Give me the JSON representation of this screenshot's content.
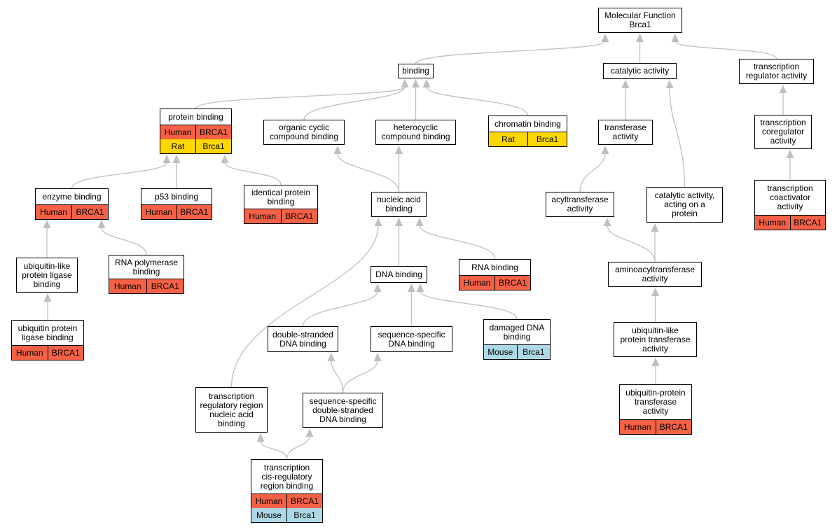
{
  "colors": {
    "edge": "#bfbfbf",
    "node_border": "#000000",
    "node_fill": "#ffffff",
    "Human": "#f46146",
    "Rat": "#ffd700",
    "Mouse": "#add8e6"
  },
  "nodes": [
    {
      "id": "molecular-function",
      "label": "Molecular Function\nBrca1",
      "genes": []
    },
    {
      "id": "binding",
      "label": "binding",
      "genes": []
    },
    {
      "id": "catalytic-activity",
      "label": "catalytic activity",
      "genes": []
    },
    {
      "id": "transcription-regulator-activity",
      "label": "transcription\nregulator activity",
      "genes": []
    },
    {
      "id": "protein-binding",
      "label": "protein binding",
      "genes": [
        {
          "organism": "Human",
          "gene": "BRCA1"
        },
        {
          "organism": "Rat",
          "gene": "Brca1"
        }
      ]
    },
    {
      "id": "organic-cyclic-compound-binding",
      "label": "organic cyclic\ncompound binding",
      "genes": []
    },
    {
      "id": "heterocyclic-compound-binding",
      "label": "heterocyclic\ncompound binding",
      "genes": []
    },
    {
      "id": "chromatin-binding",
      "label": "chromatin binding",
      "genes": [
        {
          "organism": "Rat",
          "gene": "Brca1"
        }
      ]
    },
    {
      "id": "transferase-activity",
      "label": "transferase\nactivity",
      "genes": []
    },
    {
      "id": "transcription-coregulator-activity",
      "label": "transcription\ncoregulator\nactivity",
      "genes": []
    },
    {
      "id": "enzyme-binding",
      "label": "enzyme binding",
      "genes": [
        {
          "organism": "Human",
          "gene": "BRCA1"
        }
      ]
    },
    {
      "id": "p53-binding",
      "label": "p53 binding",
      "genes": [
        {
          "organism": "Human",
          "gene": "BRCA1"
        }
      ]
    },
    {
      "id": "identical-protein-binding",
      "label": "identical protein\nbinding",
      "genes": [
        {
          "organism": "Human",
          "gene": "BRCA1"
        }
      ]
    },
    {
      "id": "nucleic-acid-binding",
      "label": "nucleic acid\nbinding",
      "genes": []
    },
    {
      "id": "acyltransferase-activity",
      "label": "acyltransferase\nactivity",
      "genes": []
    },
    {
      "id": "catalytic-activity-acting-on-a-protein",
      "label": "catalytic activity,\nacting on a\nprotein",
      "genes": []
    },
    {
      "id": "transcription-coactivator-activity",
      "label": "transcription\ncoactivator\nactivity",
      "genes": [
        {
          "organism": "Human",
          "gene": "BRCA1"
        }
      ]
    },
    {
      "id": "ubiquitin-like-protein-ligase-binding",
      "label": "ubiquitin-like\nprotein ligase\nbinding",
      "genes": []
    },
    {
      "id": "rna-polymerase-binding",
      "label": "RNA polymerase\nbinding",
      "genes": [
        {
          "organism": "Human",
          "gene": "BRCA1"
        }
      ]
    },
    {
      "id": "dna-binding",
      "label": "DNA binding",
      "genes": []
    },
    {
      "id": "rna-binding",
      "label": "RNA binding",
      "genes": [
        {
          "organism": "Human",
          "gene": "BRCA1"
        }
      ]
    },
    {
      "id": "aminoacyltransferase-activity",
      "label": "aminoacyltransferase\nactivity",
      "genes": []
    },
    {
      "id": "ubiquitin-protein-ligase-binding",
      "label": "ubiquitin protein\nligase binding",
      "genes": [
        {
          "organism": "Human",
          "gene": "BRCA1"
        }
      ]
    },
    {
      "id": "double-stranded-dna-binding",
      "label": "double-stranded\nDNA binding",
      "genes": []
    },
    {
      "id": "sequence-specific-dna-binding",
      "label": "sequence-specific\nDNA binding",
      "genes": []
    },
    {
      "id": "damaged-dna-binding",
      "label": "damaged DNA\nbinding",
      "genes": [
        {
          "organism": "Mouse",
          "gene": "Brca1"
        }
      ]
    },
    {
      "id": "ubiquitin-like-protein-transferase-activity",
      "label": "ubiquitin-like\nprotein transferase\nactivity",
      "genes": []
    },
    {
      "id": "transcription-regulatory-region-nucleic-acid-binding",
      "label": "transcription\nregulatory region\nnucleic acid\nbinding",
      "genes": []
    },
    {
      "id": "sequence-specific-double-stranded-dna-binding",
      "label": "sequence-specific\ndouble-stranded\nDNA binding",
      "genes": []
    },
    {
      "id": "ubiquitin-protein-transferase-activity",
      "label": "ubiquitin-protein\ntransferase\nactivity",
      "genes": [
        {
          "organism": "Human",
          "gene": "BRCA1"
        }
      ]
    },
    {
      "id": "transcription-cis-regulatory-region-binding",
      "label": "transcription\ncis-regulatory\nregion binding",
      "genes": [
        {
          "organism": "Human",
          "gene": "BRCA1"
        },
        {
          "organism": "Mouse",
          "gene": "Brca1"
        }
      ]
    }
  ],
  "edges": [
    {
      "from": "binding",
      "to": "molecular-function"
    },
    {
      "from": "catalytic-activity",
      "to": "molecular-function"
    },
    {
      "from": "transcription-regulator-activity",
      "to": "molecular-function"
    },
    {
      "from": "protein-binding",
      "to": "binding"
    },
    {
      "from": "organic-cyclic-compound-binding",
      "to": "binding"
    },
    {
      "from": "heterocyclic-compound-binding",
      "to": "binding"
    },
    {
      "from": "chromatin-binding",
      "to": "binding"
    },
    {
      "from": "transferase-activity",
      "to": "catalytic-activity"
    },
    {
      "from": "catalytic-activity-acting-on-a-protein",
      "to": "catalytic-activity"
    },
    {
      "from": "transcription-coregulator-activity",
      "to": "transcription-regulator-activity"
    },
    {
      "from": "enzyme-binding",
      "to": "protein-binding"
    },
    {
      "from": "p53-binding",
      "to": "protein-binding"
    },
    {
      "from": "identical-protein-binding",
      "to": "protein-binding"
    },
    {
      "from": "nucleic-acid-binding",
      "to": "organic-cyclic-compound-binding"
    },
    {
      "from": "nucleic-acid-binding",
      "to": "heterocyclic-compound-binding"
    },
    {
      "from": "acyltransferase-activity",
      "to": "transferase-activity"
    },
    {
      "from": "transcription-coactivator-activity",
      "to": "transcription-coregulator-activity"
    },
    {
      "from": "ubiquitin-like-protein-ligase-binding",
      "to": "enzyme-binding"
    },
    {
      "from": "rna-polymerase-binding",
      "to": "enzyme-binding"
    },
    {
      "from": "dna-binding",
      "to": "nucleic-acid-binding"
    },
    {
      "from": "rna-binding",
      "to": "nucleic-acid-binding"
    },
    {
      "from": "transcription-regulatory-region-nucleic-acid-binding",
      "to": "nucleic-acid-binding"
    },
    {
      "from": "aminoacyltransferase-activity",
      "to": "acyltransferase-activity"
    },
    {
      "from": "aminoacyltransferase-activity",
      "to": "catalytic-activity-acting-on-a-protein"
    },
    {
      "from": "ubiquitin-protein-ligase-binding",
      "to": "ubiquitin-like-protein-ligase-binding"
    },
    {
      "from": "double-stranded-dna-binding",
      "to": "dna-binding"
    },
    {
      "from": "sequence-specific-dna-binding",
      "to": "dna-binding"
    },
    {
      "from": "damaged-dna-binding",
      "to": "dna-binding"
    },
    {
      "from": "ubiquitin-like-protein-transferase-activity",
      "to": "aminoacyltransferase-activity"
    },
    {
      "from": "sequence-specific-double-stranded-dna-binding",
      "to": "double-stranded-dna-binding"
    },
    {
      "from": "sequence-specific-double-stranded-dna-binding",
      "to": "sequence-specific-dna-binding"
    },
    {
      "from": "ubiquitin-protein-transferase-activity",
      "to": "ubiquitin-like-protein-transferase-activity"
    },
    {
      "from": "transcription-cis-regulatory-region-binding",
      "to": "transcription-regulatory-region-nucleic-acid-binding"
    },
    {
      "from": "transcription-cis-regulatory-region-binding",
      "to": "sequence-specific-double-stranded-dna-binding"
    }
  ]
}
